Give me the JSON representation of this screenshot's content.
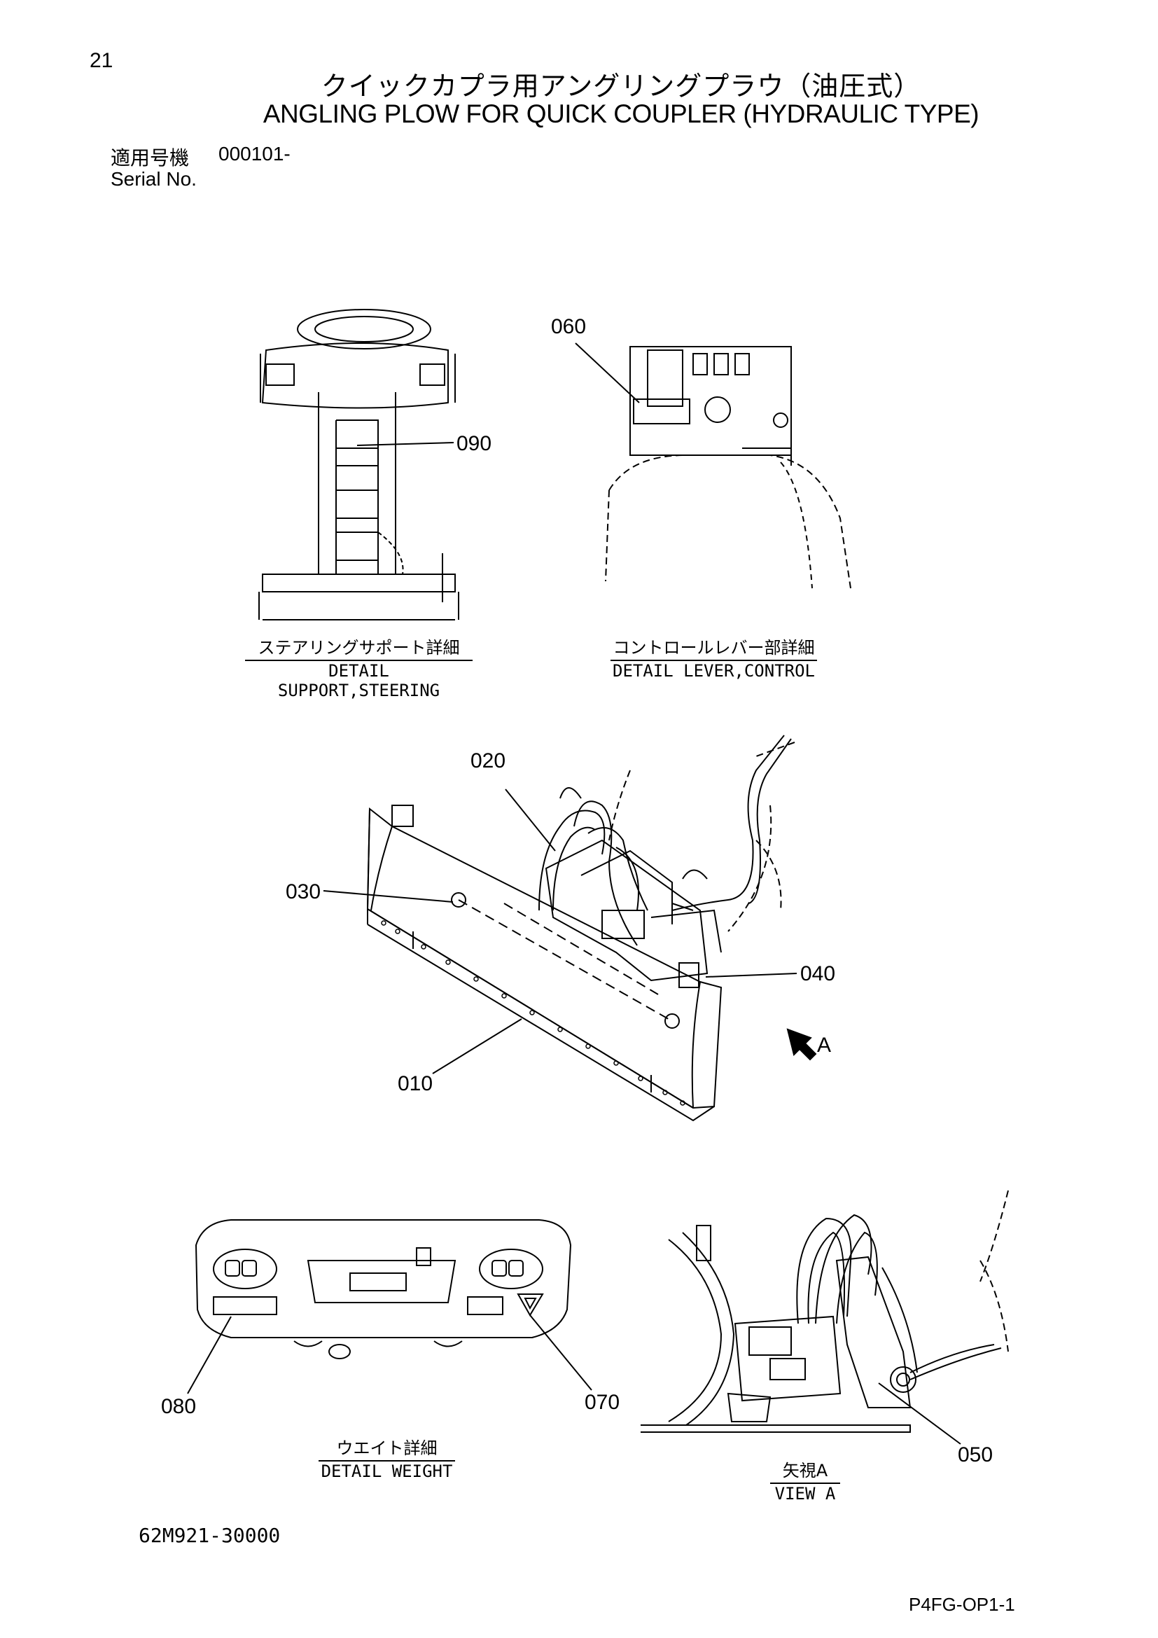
{
  "page_number": "21",
  "title": {
    "jp": "クイックカプラ用アングリングプラウ（油圧式）",
    "en": "ANGLING PLOW FOR QUICK COUPLER (HYDRAULIC TYPE)"
  },
  "serial": {
    "label_jp": "適用号機",
    "value": "000101-",
    "label_en": "Serial No."
  },
  "details": {
    "support_steering": {
      "jp": "ステアリングサポート詳細",
      "en": "DETAIL SUPPORT,STEERING"
    },
    "lever_control": {
      "jp": "コントロールレバー部詳細",
      "en": "DETAIL LEVER,CONTROL"
    },
    "weight": {
      "jp": "ウエイト詳細",
      "en": "DETAIL WEIGHT"
    },
    "view_a": {
      "jp": "矢視A",
      "en": "VIEW A"
    }
  },
  "callouts": {
    "c010": "010",
    "c020": "020",
    "c030": "030",
    "c040": "040",
    "c050": "050",
    "c060": "060",
    "c070": "070",
    "c080": "080",
    "c090": "090",
    "arrow_a": "A"
  },
  "doc_number": "62M921-30000",
  "page_code": "P4FG-OP1-1"
}
